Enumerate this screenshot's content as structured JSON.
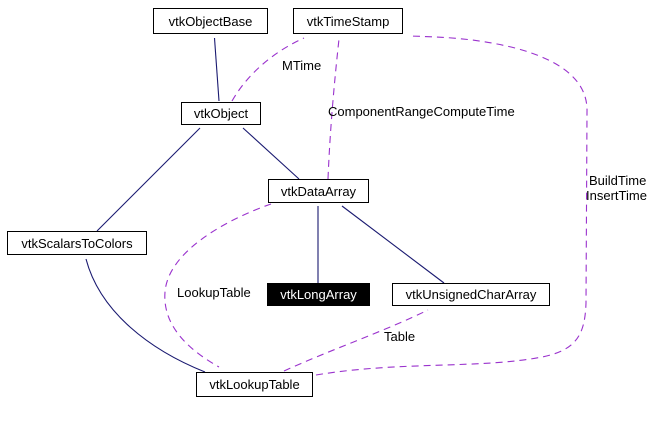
{
  "diagram": {
    "kind": "class-collaboration-graph",
    "focus_class": "vtkLongArray",
    "colors": {
      "background": "#ffffff",
      "inheritance_edge": "#191970",
      "usage_edge": "#9a32cd",
      "node_border": "#000000",
      "node_background": "#ffffff",
      "node_text": "#000000",
      "focus_node_background": "#000000",
      "focus_node_text": "#ffffff"
    },
    "nodes": {
      "objectbase": {
        "label": "vtkObjectBase"
      },
      "timestamp": {
        "label": "vtkTimeStamp"
      },
      "object": {
        "label": "vtkObject"
      },
      "dataarray": {
        "label": "vtkDataArray"
      },
      "scalars": {
        "label": "vtkScalarsToColors"
      },
      "longarray": {
        "label": "vtkLongArray"
      },
      "ucharray": {
        "label": "vtkUnsignedCharArray"
      },
      "lookuptable": {
        "label": "vtkLookupTable"
      }
    },
    "edge_labels": {
      "mtime": {
        "text": "MTime"
      },
      "componentrange": {
        "text": "ComponentRangeComputeTime"
      },
      "buildtime": {
        "text": "BuildTime"
      },
      "inserttime": {
        "text": "InsertTime"
      },
      "lookuptable": {
        "text": "LookupTable"
      },
      "table": {
        "text": "Table"
      }
    },
    "edges": [
      {
        "from": "vtkObject",
        "to": "vtkObjectBase",
        "type": "inheritance"
      },
      {
        "from": "vtkScalarsToColors",
        "to": "vtkObject",
        "type": "inheritance"
      },
      {
        "from": "vtkDataArray",
        "to": "vtkObject",
        "type": "inheritance"
      },
      {
        "from": "vtkLongArray",
        "to": "vtkDataArray",
        "type": "inheritance"
      },
      {
        "from": "vtkUnsignedCharArray",
        "to": "vtkDataArray",
        "type": "inheritance"
      },
      {
        "from": "vtkLookupTable",
        "to": "vtkScalarsToColors",
        "type": "inheritance"
      },
      {
        "from": "vtkObject",
        "to": "vtkTimeStamp",
        "type": "usage",
        "label": "MTime"
      },
      {
        "from": "vtkDataArray",
        "to": "vtkTimeStamp",
        "type": "usage",
        "label": "ComponentRangeComputeTime"
      },
      {
        "from": "vtkLookupTable",
        "to": "vtkTimeStamp",
        "type": "usage",
        "label": "BuildTime InsertTime"
      },
      {
        "from": "vtkDataArray",
        "to": "vtkLookupTable",
        "type": "usage",
        "label": "LookupTable"
      },
      {
        "from": "vtkLookupTable",
        "to": "vtkUnsignedCharArray",
        "type": "usage",
        "label": "Table"
      }
    ]
  }
}
